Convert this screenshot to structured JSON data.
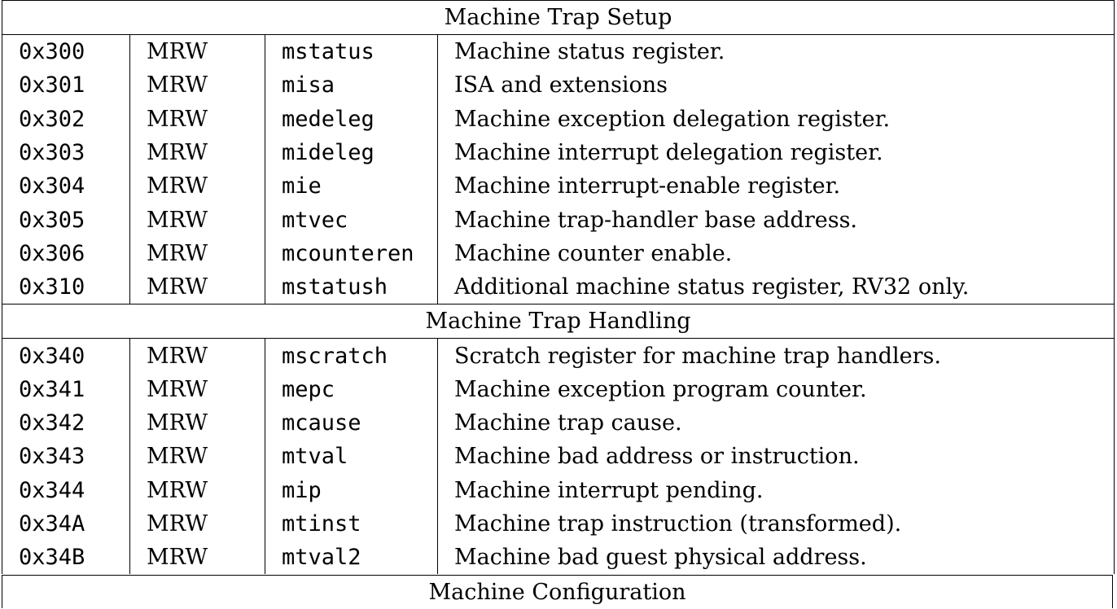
{
  "sections": [
    {
      "title": "Machine Trap Setup",
      "rows": [
        {
          "number": "0x300",
          "privilege": "MRW",
          "name": "mstatus",
          "description": "Machine status register."
        },
        {
          "number": "0x301",
          "privilege": "MRW",
          "name": "misa",
          "description": "ISA and extensions"
        },
        {
          "number": "0x302",
          "privilege": "MRW",
          "name": "medeleg",
          "description": "Machine exception delegation register."
        },
        {
          "number": "0x303",
          "privilege": "MRW",
          "name": "mideleg",
          "description": "Machine interrupt delegation register."
        },
        {
          "number": "0x304",
          "privilege": "MRW",
          "name": "mie",
          "description": "Machine interrupt-enable register."
        },
        {
          "number": "0x305",
          "privilege": "MRW",
          "name": "mtvec",
          "description": "Machine trap-handler base address."
        },
        {
          "number": "0x306",
          "privilege": "MRW",
          "name": "mcounteren",
          "description": "Machine counter enable."
        },
        {
          "number": "0x310",
          "privilege": "MRW",
          "name": "mstatush",
          "description": "Additional machine status register, RV32 only."
        }
      ]
    },
    {
      "title": "Machine Trap Handling",
      "rows": [
        {
          "number": "0x340",
          "privilege": "MRW",
          "name": "mscratch",
          "description": "Scratch register for machine trap handlers."
        },
        {
          "number": "0x341",
          "privilege": "MRW",
          "name": "mepc",
          "description": "Machine exception program counter."
        },
        {
          "number": "0x342",
          "privilege": "MRW",
          "name": "mcause",
          "description": "Machine trap cause."
        },
        {
          "number": "0x343",
          "privilege": "MRW",
          "name": "mtval",
          "description": "Machine bad address or instruction."
        },
        {
          "number": "0x344",
          "privilege": "MRW",
          "name": "mip",
          "description": "Machine interrupt pending."
        },
        {
          "number": "0x34A",
          "privilege": "MRW",
          "name": "mtinst",
          "description": "Machine trap instruction (transformed)."
        },
        {
          "number": "0x34B",
          "privilege": "MRW",
          "name": "mtval2",
          "description": "Machine bad guest physical address."
        }
      ]
    }
  ],
  "next_section_title": "Machine Configuration"
}
